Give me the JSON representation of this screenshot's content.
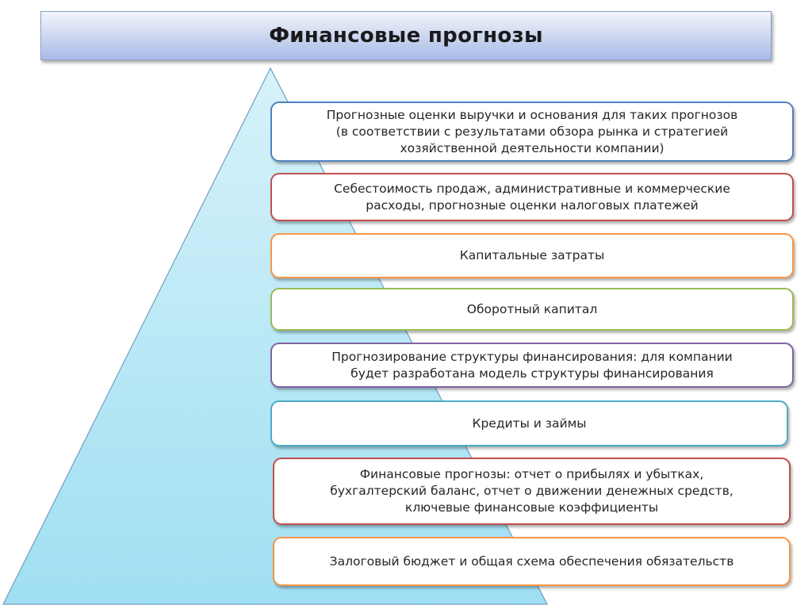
{
  "title": "Финансовые прогнозы",
  "colors": {
    "pyramid_fill_top": "#c6ecf6",
    "pyramid_fill_bottom": "#9fdff2",
    "pyramid_stroke": "#6f9fc0",
    "title_bar_fill": "#c9d5ef"
  },
  "steps": [
    {
      "text": "Прогнозные оценки выручки и основания для таких прогнозов\n(в соответствии с результатами обзора рынка и стратегией\nхозяйственной деятельности компании)",
      "border_color": "#4f81bd"
    },
    {
      "text": "Себестоимость продаж, административные и коммерческие\nрасходы, прогнозные оценки налоговых платежей",
      "border_color": "#c0504d"
    },
    {
      "text": "Капитальные затраты",
      "border_color": "#f79646"
    },
    {
      "text": "Оборотный капитал",
      "border_color": "#9bbb59"
    },
    {
      "text": "Прогнозирование структуры финансирования: для компании\nбудет разработана модель структуры финансирования",
      "border_color": "#8064a2"
    },
    {
      "text": "Кредиты и займы",
      "border_color": "#4bacc6"
    },
    {
      "text": "Финансовые прогнозы: отчет о прибылях и убытках,\nбухгалтерский баланс, отчет о движении денежных средств,\nключевые финансовые коэффициенты",
      "border_color": "#c0504d"
    },
    {
      "text": "Залоговый бюджет и общая схема обеспечения обязательств",
      "border_color": "#f79646"
    }
  ]
}
